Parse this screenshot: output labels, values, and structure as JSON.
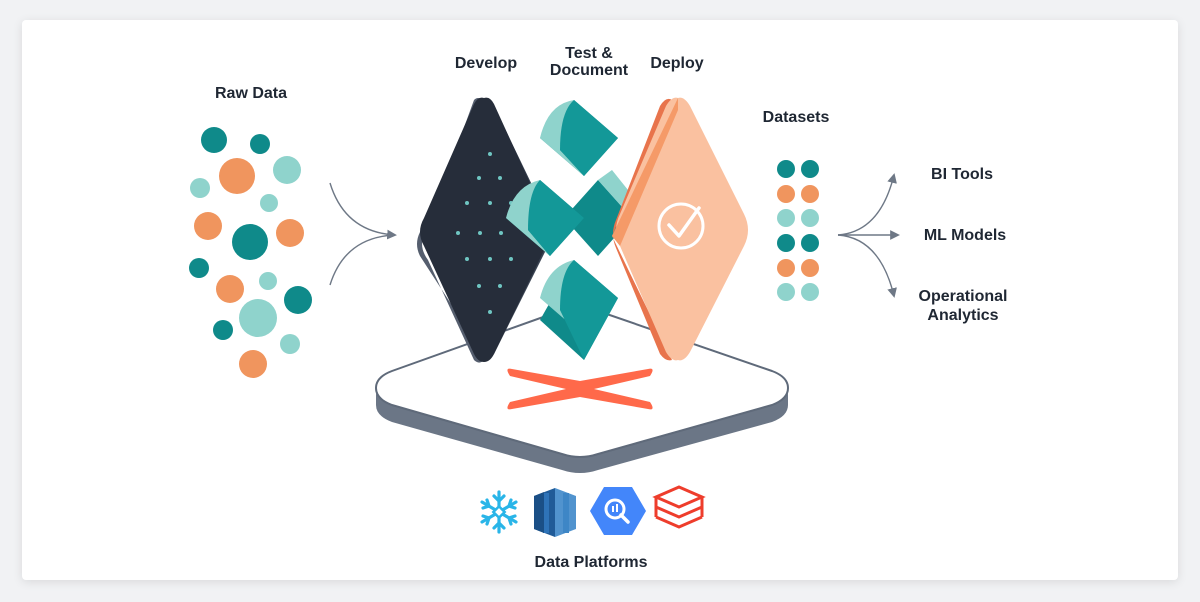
{
  "labels": {
    "raw_data": "Raw Data",
    "develop": "Develop",
    "test_document_line1": "Test &",
    "test_document_line2": "Document",
    "deploy": "Deploy",
    "datasets": "Datasets",
    "bi_tools": "BI Tools",
    "ml_models": "ML Models",
    "operational_analytics_line1": "Operational",
    "operational_analytics_line2": "Analytics",
    "data_platforms": "Data Platforms"
  },
  "icons": [
    "snowflake-logo-icon",
    "redshift-logo-icon",
    "bigquery-logo-icon",
    "databricks-logo-icon",
    "checkmark-circle-icon",
    "dbt-logo-icon"
  ],
  "colors": {
    "teal_dark": "#0f8a8a",
    "teal_light": "#8fd3cc",
    "orange": "#f0955e",
    "navy": "#262d3a",
    "peach": "#fac1a0",
    "dbt_orange": "#ff694a",
    "arrow": "#6e7886"
  }
}
